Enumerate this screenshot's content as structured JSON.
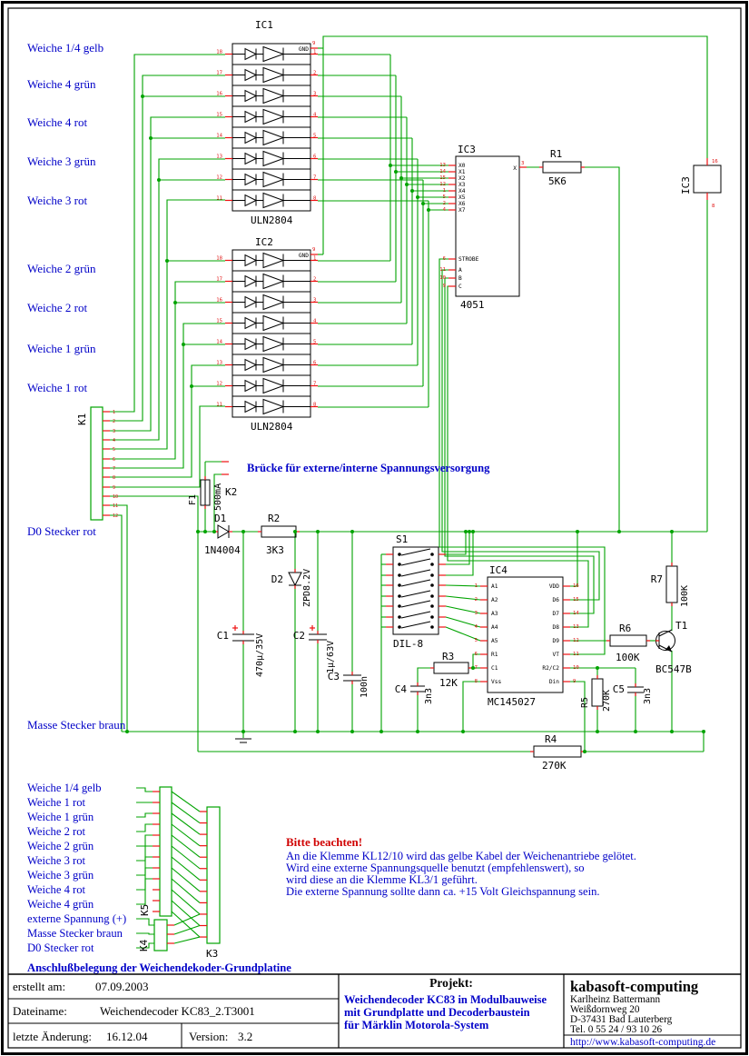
{
  "schematic": {
    "left_labels": [
      "Weiche 1/4 gelb",
      "Weiche 4 grün",
      "Weiche 4 rot",
      "Weiche 3 grün",
      "Weiche 3 rot",
      "Weiche 2 grün",
      "Weiche 2 rot",
      "Weiche 1 grün",
      "Weiche 1 rot"
    ],
    "d0_label": "D0 Stecker rot",
    "masse_label": "Masse Stecker braun",
    "bridge_note": "Brücke für externe/interne Spannungsversorgung",
    "ic1": {
      "name": "IC1",
      "part": "ULN2804"
    },
    "ic2": {
      "name": "IC2",
      "part": "ULN2804"
    },
    "uln": {
      "gnd": "GND",
      "gnd_pin": "9",
      "pins_out": [
        "18",
        "17",
        "16",
        "15",
        "14",
        "13",
        "12",
        "11"
      ],
      "pins_in": [
        "1",
        "2",
        "3",
        "4",
        "5",
        "6",
        "7",
        "8"
      ]
    },
    "ic3": {
      "name": "IC3",
      "part": "4051",
      "x_pins": [
        "X0",
        "X1",
        "X2",
        "X3",
        "X4",
        "X5",
        "X6",
        "X7"
      ],
      "x_pin_numbers": [
        "13",
        "14",
        "15",
        "12",
        "1",
        "5",
        "2",
        "4"
      ],
      "ctrl_pins": [
        "STROBE",
        "A",
        "B",
        "C"
      ],
      "ctrl_pin_numbers": [
        "6",
        "11",
        "10",
        "9"
      ],
      "x_out": "X",
      "x_out_number": "3"
    },
    "ic3_power": {
      "name": "IC3",
      "top_pin": "16",
      "bottom_pin": "8"
    },
    "ic4": {
      "name": "IC4",
      "part": "MC145027",
      "left_pins": [
        "A1",
        "A2",
        "A3",
        "A4",
        "A5",
        "R1",
        "C1",
        "Vss"
      ],
      "left_numbers": [
        "1",
        "2",
        "3",
        "4",
        "5",
        "6",
        "7",
        "8"
      ],
      "right_pins": [
        "VDD",
        "D6",
        "D7",
        "D8",
        "D9",
        "VT",
        "R2/C2",
        "Din"
      ],
      "right_numbers": [
        "16",
        "15",
        "14",
        "13",
        "12",
        "11",
        "10",
        "9"
      ]
    },
    "s1": {
      "name": "S1",
      "part": "DIL-8"
    },
    "k1": {
      "name": "K1",
      "numbers": [
        "1",
        "2",
        "3",
        "4",
        "5",
        "6",
        "7",
        "8",
        "9",
        "10",
        "11",
        "12"
      ]
    },
    "k2": {
      "name": "K2"
    },
    "k3": {
      "name": "K3"
    },
    "k4": {
      "name": "K4"
    },
    "k5": {
      "name": "K5"
    },
    "r1": {
      "name": "R1",
      "value": "5K6"
    },
    "r2": {
      "name": "R2",
      "value": "3K3"
    },
    "r3": {
      "name": "R3",
      "value": "12K"
    },
    "r4": {
      "name": "R4",
      "value": "270K"
    },
    "r5": {
      "name": "R5",
      "value": "270K"
    },
    "r6": {
      "name": "R6",
      "value": "100K"
    },
    "r7": {
      "name": "R7",
      "value": "100K"
    },
    "c1": {
      "name": "C1",
      "value": "470µ/35V"
    },
    "c2": {
      "name": "C2",
      "value": "1µ/63V"
    },
    "c3": {
      "name": "C3",
      "value": "100n"
    },
    "c4": {
      "name": "C4",
      "value": "3n3"
    },
    "c5": {
      "name": "C5",
      "value": "3n3"
    },
    "d1": {
      "name": "D1",
      "value": "1N4004"
    },
    "d2": {
      "name": "D2",
      "value": "ZPD8.2V"
    },
    "f1": {
      "name": "F1",
      "value": "500mA"
    },
    "t1": {
      "name": "T1",
      "value": "BC547B"
    }
  },
  "pinout": {
    "labels": [
      "Weiche 1/4 gelb",
      "Weiche 1 rot",
      "Weiche 1 grün",
      "Weiche 2 rot",
      "Weiche 2 grün",
      "Weiche 3 rot",
      "Weiche 3 grün",
      "Weiche 4 rot",
      "Weiche 4 grün",
      "externe Spannung (+)",
      "Masse Stecker braun",
      "D0 Stecker rot"
    ],
    "caption": "Anschlußbelegung der Weichendekoder-Grundplatine"
  },
  "notice": {
    "title": "Bitte beachten!",
    "lines": [
      "An die Klemme KL12/10 wird das gelbe Kabel der Weichenantriebe gelötet.",
      "Wird eine externe Spannungsquelle benutzt (empfehlenswert), so",
      "wird diese an die Klemme KL3/1 geführt.",
      "Die externe Spannung sollte dann ca. +15 Volt Gleichspannung sein."
    ]
  },
  "titleblock": {
    "created_label": "erstellt am:",
    "created_value": "07.09.2003",
    "filename_label": "Dateiname:",
    "filename_value": "Weichendecoder KC83_2.T3001",
    "modified_label": "letzte Änderung:",
    "modified_value": "16.12.04",
    "version_label": "Version:",
    "version_value": "3.2",
    "project_label": "Projekt:",
    "project_lines": [
      "Weichendecoder KC83 in Modulbauweise",
      "mit Grundplatte und Decoderbaustein",
      "für Märklin Motorola-System"
    ],
    "company": "kabasoft-computing",
    "address_lines": [
      "Karlheinz Battermann",
      "Weißdornweg 20",
      "D-37431 Bad Lauterberg",
      "Tel. 0 55 24 / 93 10 26"
    ],
    "website": "http://www.kabasoft-computing.de"
  },
  "colors": {
    "wire": "#00a300",
    "pin": "#ee1111",
    "label_blue": "#0000c8",
    "notice_red": "#d00000"
  }
}
